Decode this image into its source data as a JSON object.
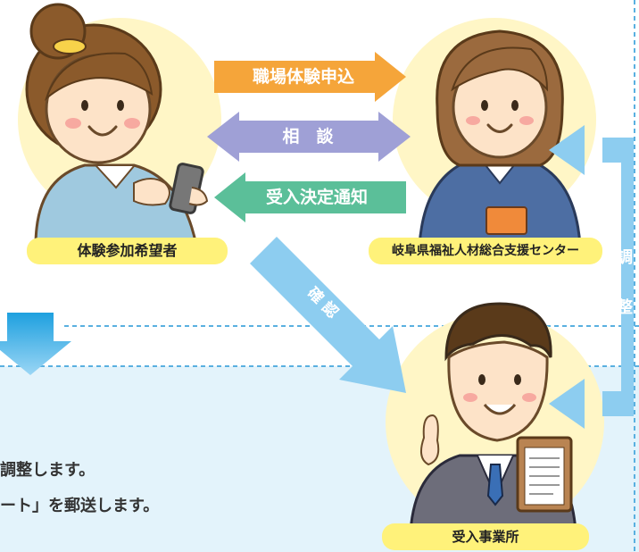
{
  "flows": {
    "apply_label": "職場体験申込",
    "consult_label": "相　談",
    "decision_label": "受入決定通知",
    "confirm_label": "確 認",
    "coordinate_label": "調 整"
  },
  "actors": {
    "applicant": "体験参加希望者",
    "center": "岐阜県福祉人材総合支援センター",
    "host": "受入事業所"
  },
  "bottom_text": {
    "line1": "調整します。",
    "line2": "ート」を郵送します。"
  },
  "colors": {
    "apply_arrow": "#f5a53a",
    "consult_arrow": "#9fa0d6",
    "decision_arrow": "#5bbf99",
    "side_arrow": "#8dcdf0",
    "pill": "#fff27a",
    "circle": "#fff6c6",
    "panel": "#e3f3fb",
    "dashed": "#5ab0e0",
    "down_arrow": "#1ea0df"
  },
  "icons": [
    "applicant-illustration",
    "center-staff-illustration",
    "host-staff-illustration",
    "down-arrow-icon"
  ]
}
